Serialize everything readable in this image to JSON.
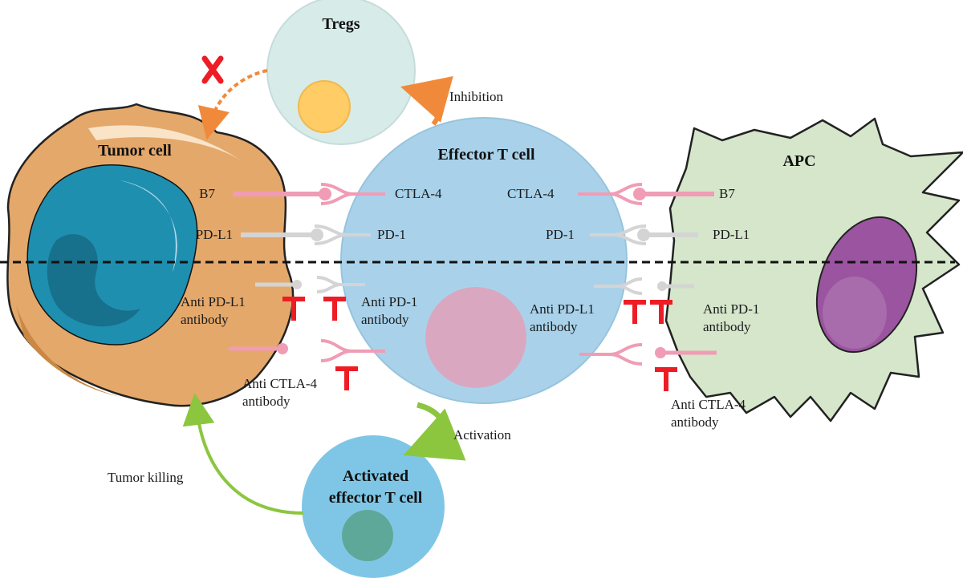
{
  "colors": {
    "tumor": "#e4a86b",
    "tumor_dark": "#c98944",
    "nucleus": "#1f8fb0",
    "tcell": "#a9d2ea",
    "tcell_nucleus": "#d9a8c0",
    "apc": "#d5e6cb",
    "apc_nucleus": "#9b54a0",
    "tregs": "#d7ebe9",
    "tregs_nucleus": "#ffcc66",
    "activated": "#7fc6e6",
    "activated_nucleus": "#5ea89a",
    "receptor_pink": "#f09cb5",
    "receptor_grey": "#d4d4d4",
    "blocker_red": "#ee1c25",
    "arrow_orange": "#f08a3a",
    "arrow_green": "#8cc63f"
  },
  "cells": {
    "tregs": "Tregs",
    "tumor": "Tumor cell",
    "effector": "Effector T cell",
    "apc": "APC",
    "activated_line1": "Activated",
    "activated_line2": "effector T cell"
  },
  "labels": {
    "inhibition": "Inhibition",
    "activation": "Activation",
    "tumor_killing": "Tumor killing",
    "b7_left": "B7",
    "ctla4_left": "CTLA-4",
    "ctla4_right": "CTLA-4",
    "b7_right": "B7",
    "pdl1_left": "PD-L1",
    "pd1_left": "PD-1",
    "pd1_right": "PD-1",
    "pdl1_right": "PD-L1"
  },
  "antibodies": {
    "left_pdl1_l1": "Anti PD-L1",
    "left_pdl1_l2": "antibody",
    "left_pd1_l1": "Anti PD-1",
    "left_pd1_l2": "antibody",
    "left_ctla4_l1": "Anti CTLA-4",
    "left_ctla4_l2": "antibody",
    "right_pdl1_l1": "Anti PD-L1",
    "right_pdl1_l2": "antibody",
    "right_pd1_l1": "Anti PD-1",
    "right_pd1_l2": "antibody",
    "right_ctla4_l1": "Anti CTLA-4",
    "right_ctla4_l2": "antibody"
  },
  "icons": {
    "blocked": "red-x-icon",
    "antibody": "t-shaped-antibody-icon"
  }
}
